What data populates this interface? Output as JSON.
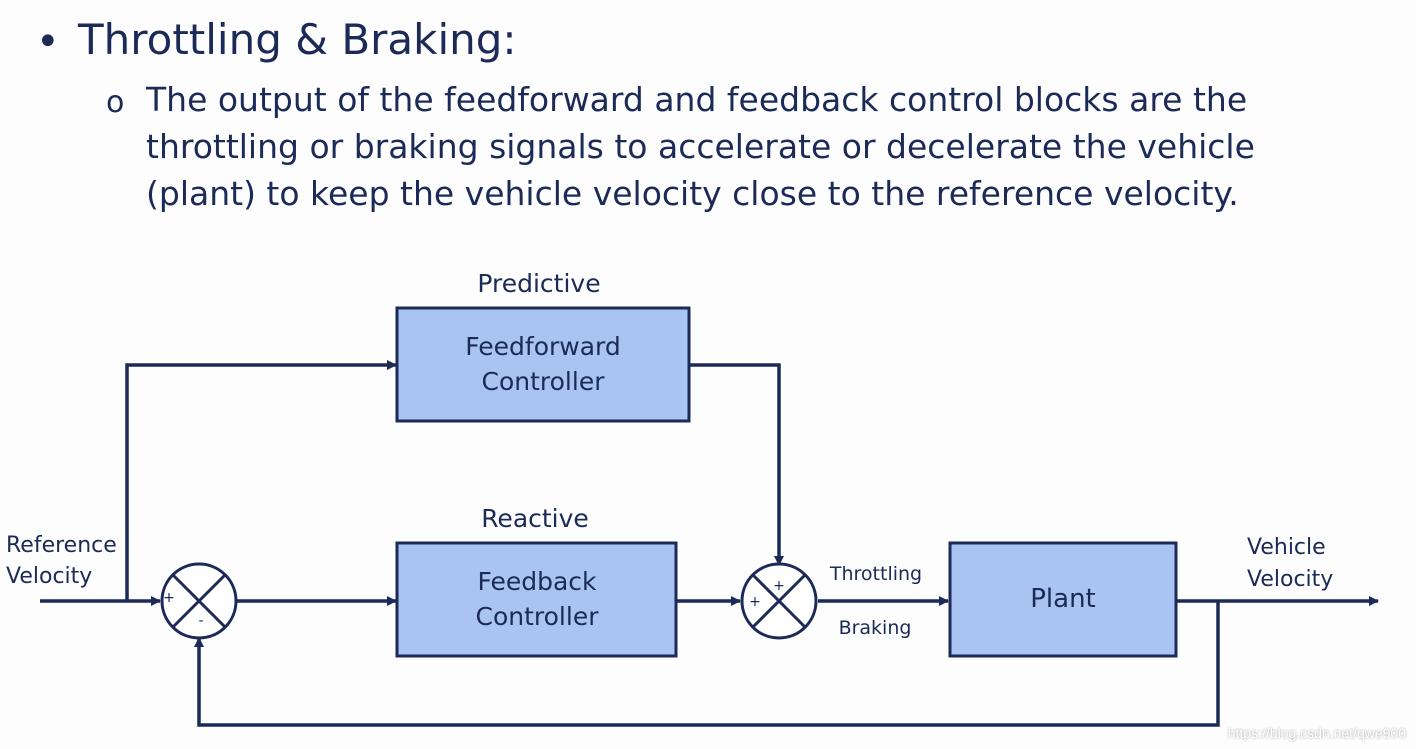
{
  "slide": {
    "bullet_symbol": "•",
    "heading": "Throttling & Braking:",
    "sub_bullet_symbol": "o",
    "body_lines": [
      "The output of the feedforward and feedback control blocks are the",
      "throttling or braking signals to accelerate or decelerate the vehicle",
      "(plant) to keep the vehicle velocity close to the reference velocity."
    ]
  },
  "diagram": {
    "predictive_label": "Predictive",
    "reactive_label": "Reactive",
    "feedforward_block": {
      "line1": "Feedforward",
      "line2": "Controller"
    },
    "feedback_block": {
      "line1": "Feedback",
      "line2": "Controller"
    },
    "plant_block": "Plant",
    "input_label": {
      "line1": "Reference",
      "line2": "Velocity"
    },
    "output_label": {
      "line1": "Vehicle",
      "line2": "Velocity"
    },
    "signal_label_top": "Throttling",
    "signal_label_bottom": "Braking",
    "sum1_signs": {
      "left": "+",
      "bottom": "-"
    },
    "sum2_signs": {
      "top": "+",
      "left": "+"
    },
    "colors": {
      "block_fill": "#a9c4f2",
      "line": "#1b2a57"
    }
  },
  "watermark": "https://blog.csdn.net/qwe900"
}
